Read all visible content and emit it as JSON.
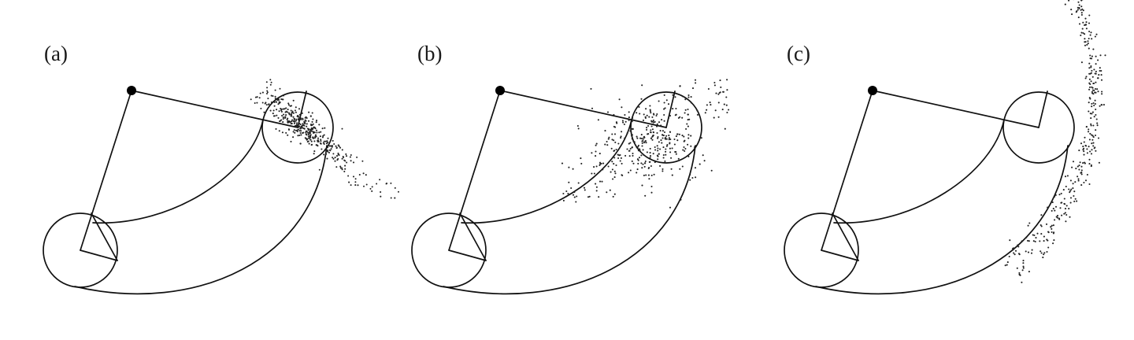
{
  "figure": {
    "panels": [
      {
        "id": "a",
        "label": "(a)",
        "scatter": "tangent"
      },
      {
        "id": "b",
        "label": "(b)",
        "scatter": "isotropic"
      },
      {
        "id": "c",
        "label": "(c)",
        "scatter": "arc"
      }
    ],
    "colors": {
      "ink": "#111111",
      "pivot": "#000000",
      "sample": "#222222",
      "background": "#ffffff"
    }
  }
}
